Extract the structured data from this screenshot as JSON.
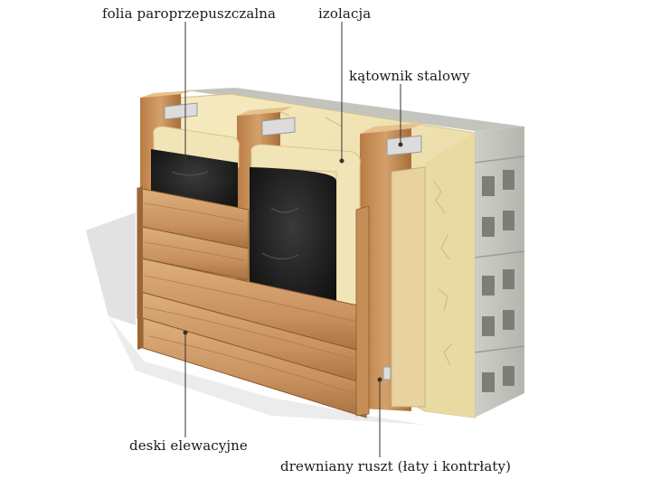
{
  "labels": {
    "folia": "folia paroprzepuszczalna",
    "izolacja": "izolacja",
    "katownik": "kątownik stalowy",
    "deski": "deski elewacyjne",
    "ruszt": "drewniany ruszt (łaty i kontrłaty)"
  },
  "colors": {
    "block_grey": "#c9c9c3",
    "block_shadow": "#a8a8a2",
    "insulation": "#efe2b0",
    "insulation_edge": "#d9c88e",
    "membrane": "#1b1b1b",
    "wood_light": "#d9a874",
    "wood_mid": "#c28a55",
    "wood_dark": "#9a6536",
    "steel": "#d8d8d8",
    "leader": "#333333"
  }
}
